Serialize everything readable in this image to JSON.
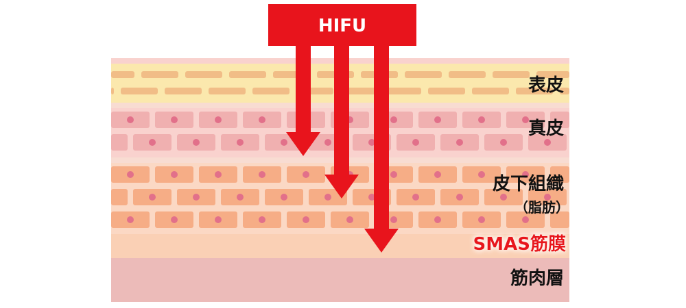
{
  "hifu": {
    "label": "HIFU"
  },
  "layers": {
    "epidermis": {
      "label": "表皮"
    },
    "dermis": {
      "label": "真皮"
    },
    "subcutaneous": {
      "label": "皮下組織",
      "sublabel": "（脂肪）"
    },
    "smas": {
      "label": "SMAS筋膜"
    },
    "muscle": {
      "label": "筋肉層"
    }
  },
  "colors": {
    "hifu_red": "#e8141c",
    "epidermis_bg": "#fbe8ad",
    "epidermis_dash": "#f1bd87",
    "dermis_bg": "#f9d2ce",
    "dermis_cell": "#f0b0b0",
    "nucleus": "#e2708a",
    "subcutaneous_bg": "#fbd8c4",
    "subcutaneous_cell": "#f6ad86",
    "smas_bg": "#fad0b5",
    "muscle_bg": "#ecbbb9",
    "smas_text": "#e8141c",
    "label_text": "#111111"
  }
}
